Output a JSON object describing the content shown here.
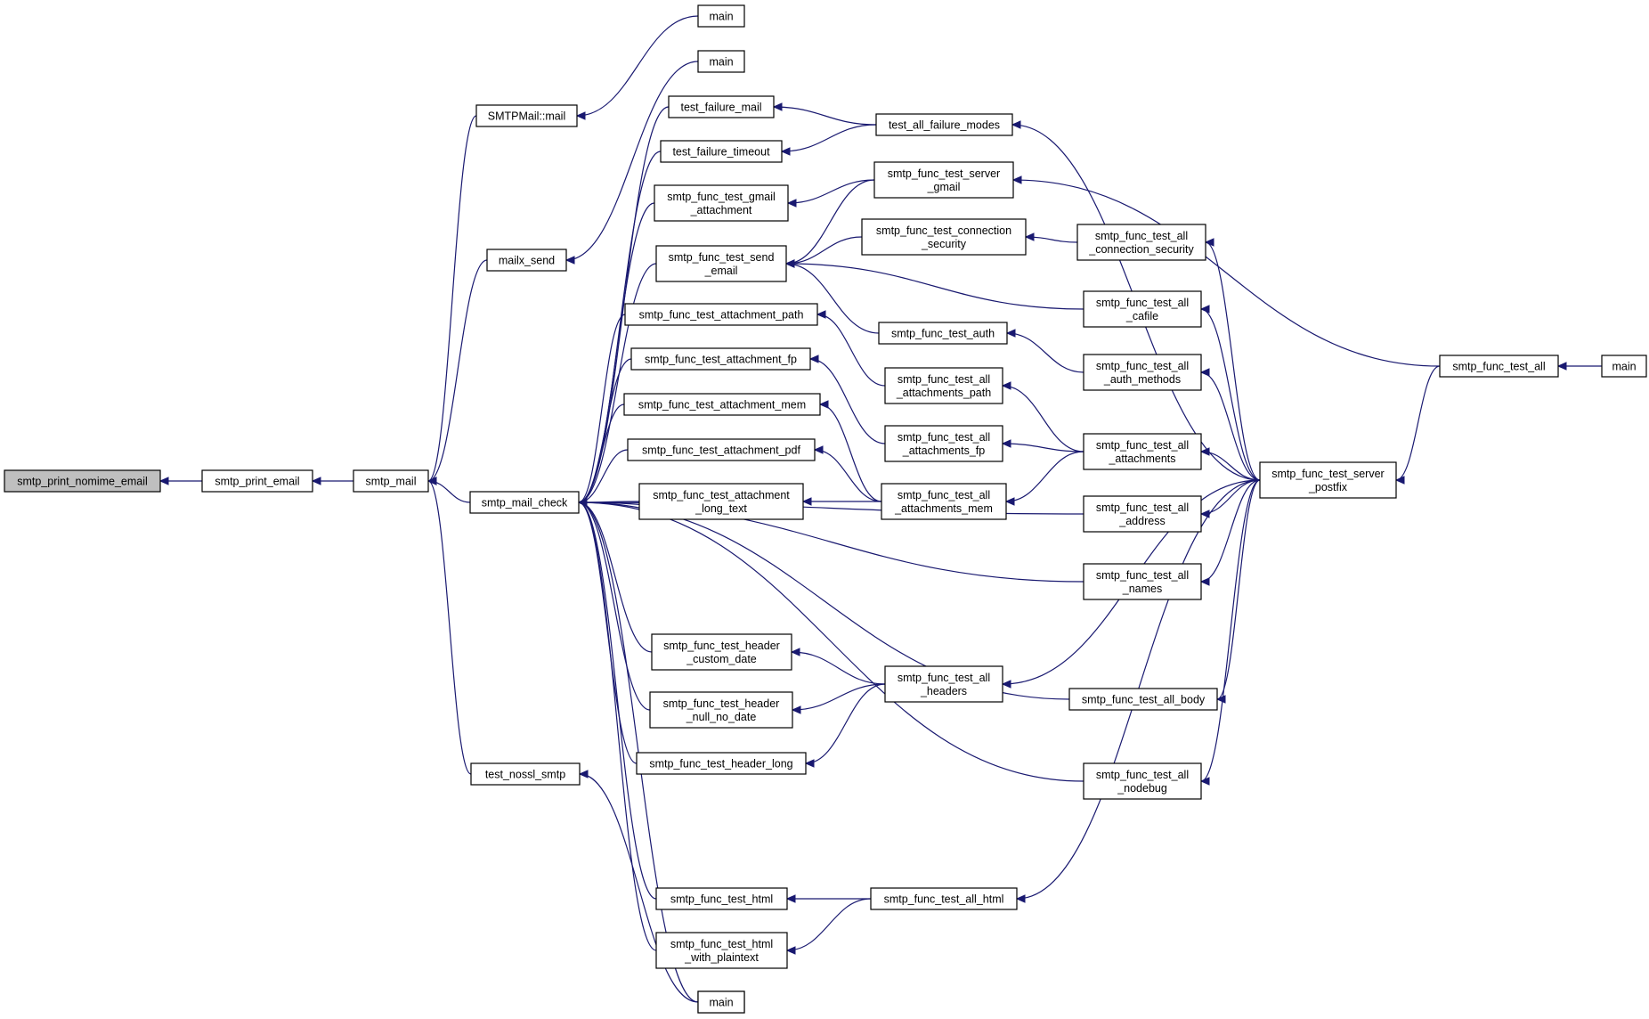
{
  "graph": {
    "nodes": [
      {
        "id": "root",
        "label": [
          "smtp_print_nomime_email"
        ],
        "root": true
      },
      {
        "id": "print_email",
        "label": [
          "smtp_print_email"
        ]
      },
      {
        "id": "smtp_mail",
        "label": [
          "smtp_mail"
        ]
      },
      {
        "id": "smtpmail_mail",
        "label": [
          "SMTPMail::mail"
        ]
      },
      {
        "id": "mailx_send",
        "label": [
          "mailx_send"
        ]
      },
      {
        "id": "test_nossl",
        "label": [
          "test_nossl_smtp"
        ]
      },
      {
        "id": "mail_check",
        "label": [
          "smtp_mail_check"
        ]
      },
      {
        "id": "main1",
        "label": [
          "main"
        ]
      },
      {
        "id": "main2",
        "label": [
          "main"
        ]
      },
      {
        "id": "main3",
        "label": [
          "main"
        ]
      },
      {
        "id": "main4",
        "label": [
          "main"
        ]
      },
      {
        "id": "t_fail_mail",
        "label": [
          "test_failure_mail"
        ]
      },
      {
        "id": "t_fail_timeout",
        "label": [
          "test_failure_timeout"
        ]
      },
      {
        "id": "f_gmail_att",
        "label": [
          "smtp_func_test_gmail",
          "_attachment"
        ]
      },
      {
        "id": "f_send_email",
        "label": [
          "smtp_func_test_send",
          "_email"
        ]
      },
      {
        "id": "f_att_path",
        "label": [
          "smtp_func_test_attachment_path"
        ]
      },
      {
        "id": "f_att_fp",
        "label": [
          "smtp_func_test_attachment_fp"
        ]
      },
      {
        "id": "f_att_mem",
        "label": [
          "smtp_func_test_attachment_mem"
        ]
      },
      {
        "id": "f_att_pdf",
        "label": [
          "smtp_func_test_attachment_pdf"
        ]
      },
      {
        "id": "f_att_long",
        "label": [
          "smtp_func_test_attachment",
          "_long_text"
        ]
      },
      {
        "id": "f_hdr_custom",
        "label": [
          "smtp_func_test_header",
          "_custom_date"
        ]
      },
      {
        "id": "f_hdr_null",
        "label": [
          "smtp_func_test_header",
          "_null_no_date"
        ]
      },
      {
        "id": "f_hdr_long",
        "label": [
          "smtp_func_test_header_long"
        ]
      },
      {
        "id": "f_html",
        "label": [
          "smtp_func_test_html"
        ]
      },
      {
        "id": "f_html_plain",
        "label": [
          "smtp_func_test_html",
          "_with_plaintext"
        ]
      },
      {
        "id": "t_all_fail",
        "label": [
          "test_all_failure_modes"
        ]
      },
      {
        "id": "f_srv_gmail",
        "label": [
          "smtp_func_test_server",
          "_gmail"
        ]
      },
      {
        "id": "f_conn_sec",
        "label": [
          "smtp_func_test_connection",
          "_security"
        ]
      },
      {
        "id": "f_auth",
        "label": [
          "smtp_func_test_auth"
        ]
      },
      {
        "id": "f_all_att_path",
        "label": [
          "smtp_func_test_all",
          "_attachments_path"
        ]
      },
      {
        "id": "f_all_att_fp",
        "label": [
          "smtp_func_test_all",
          "_attachments_fp"
        ]
      },
      {
        "id": "f_all_att_mem",
        "label": [
          "smtp_func_test_all",
          "_attachments_mem"
        ]
      },
      {
        "id": "f_all_headers",
        "label": [
          "smtp_func_test_all",
          "_headers"
        ]
      },
      {
        "id": "f_all_html",
        "label": [
          "smtp_func_test_all_html"
        ]
      },
      {
        "id": "f_all_conn_sec",
        "label": [
          "smtp_func_test_all",
          "_connection_security"
        ]
      },
      {
        "id": "f_all_cafile",
        "label": [
          "smtp_func_test_all",
          "_cafile"
        ]
      },
      {
        "id": "f_all_auth",
        "label": [
          "smtp_func_test_all",
          "_auth_methods"
        ]
      },
      {
        "id": "f_all_attachments",
        "label": [
          "smtp_func_test_all",
          "_attachments"
        ]
      },
      {
        "id": "f_all_address",
        "label": [
          "smtp_func_test_all",
          "_address"
        ]
      },
      {
        "id": "f_all_names",
        "label": [
          "smtp_func_test_all",
          "_names"
        ]
      },
      {
        "id": "f_all_body",
        "label": [
          "smtp_func_test_all_body"
        ]
      },
      {
        "id": "f_all_nodebug",
        "label": [
          "smtp_func_test_all",
          "_nodebug"
        ]
      },
      {
        "id": "f_srv_postfix",
        "label": [
          "smtp_func_test_server",
          "_postfix"
        ]
      },
      {
        "id": "f_test_all",
        "label": [
          "smtp_func_test_all"
        ]
      },
      {
        "id": "main5",
        "label": [
          "main"
        ]
      }
    ],
    "edges": [
      [
        "print_email",
        "root"
      ],
      [
        "smtp_mail",
        "print_email"
      ],
      [
        "smtpmail_mail",
        "smtp_mail"
      ],
      [
        "mailx_send",
        "smtp_mail"
      ],
      [
        "mail_check",
        "smtp_mail"
      ],
      [
        "test_nossl",
        "smtp_mail"
      ],
      [
        "main1",
        "smtpmail_mail"
      ],
      [
        "main2",
        "mailx_send"
      ],
      [
        "main4",
        "test_nossl"
      ],
      [
        "main3",
        "mail_check"
      ],
      [
        "t_fail_mail",
        "mail_check"
      ],
      [
        "t_fail_timeout",
        "mail_check"
      ],
      [
        "f_gmail_att",
        "mail_check"
      ],
      [
        "f_send_email",
        "mail_check"
      ],
      [
        "f_att_path",
        "mail_check"
      ],
      [
        "f_att_fp",
        "mail_check"
      ],
      [
        "f_att_mem",
        "mail_check"
      ],
      [
        "f_att_pdf",
        "mail_check"
      ],
      [
        "f_att_long",
        "mail_check"
      ],
      [
        "f_hdr_custom",
        "mail_check"
      ],
      [
        "f_hdr_null",
        "mail_check"
      ],
      [
        "f_hdr_long",
        "mail_check"
      ],
      [
        "f_html",
        "mail_check"
      ],
      [
        "f_html_plain",
        "mail_check"
      ],
      [
        "f_all_address",
        "mail_check"
      ],
      [
        "f_all_names",
        "mail_check"
      ],
      [
        "f_all_body",
        "mail_check"
      ],
      [
        "f_all_nodebug",
        "mail_check"
      ],
      [
        "t_all_fail",
        "t_fail_mail"
      ],
      [
        "t_all_fail",
        "t_fail_timeout"
      ],
      [
        "f_srv_gmail",
        "f_gmail_att"
      ],
      [
        "f_srv_gmail",
        "f_send_email"
      ],
      [
        "f_conn_sec",
        "f_send_email"
      ],
      [
        "f_all_cafile",
        "f_send_email"
      ],
      [
        "f_auth",
        "f_send_email"
      ],
      [
        "f_all_att_path",
        "f_att_path"
      ],
      [
        "f_all_att_fp",
        "f_att_fp"
      ],
      [
        "f_all_att_mem",
        "f_att_mem"
      ],
      [
        "f_all_att_mem",
        "f_att_pdf"
      ],
      [
        "f_all_att_mem",
        "f_att_long"
      ],
      [
        "f_all_headers",
        "f_hdr_custom"
      ],
      [
        "f_all_headers",
        "f_hdr_null"
      ],
      [
        "f_all_headers",
        "f_hdr_long"
      ],
      [
        "f_all_html",
        "f_html"
      ],
      [
        "f_all_html",
        "f_html_plain"
      ],
      [
        "f_all_conn_sec",
        "f_conn_sec"
      ],
      [
        "f_all_auth",
        "f_auth"
      ],
      [
        "f_all_attachments",
        "f_all_att_path"
      ],
      [
        "f_all_attachments",
        "f_all_att_fp"
      ],
      [
        "f_all_attachments",
        "f_all_att_mem"
      ],
      [
        "f_srv_postfix",
        "t_all_fail"
      ],
      [
        "f_srv_postfix",
        "f_all_conn_sec"
      ],
      [
        "f_srv_postfix",
        "f_all_cafile"
      ],
      [
        "f_srv_postfix",
        "f_all_auth"
      ],
      [
        "f_srv_postfix",
        "f_all_attachments"
      ],
      [
        "f_srv_postfix",
        "f_all_address"
      ],
      [
        "f_srv_postfix",
        "f_all_names"
      ],
      [
        "f_srv_postfix",
        "f_all_headers"
      ],
      [
        "f_srv_postfix",
        "f_all_body"
      ],
      [
        "f_srv_postfix",
        "f_all_nodebug"
      ],
      [
        "f_srv_postfix",
        "f_all_html"
      ],
      [
        "f_test_all",
        "f_srv_gmail"
      ],
      [
        "f_test_all",
        "f_srv_postfix"
      ],
      [
        "main5",
        "f_test_all"
      ]
    ]
  },
  "colors": {
    "edge": "#191970",
    "root_fill": "#bfbfbf",
    "node_fill": "#ffffff",
    "node_border": "#000000"
  }
}
